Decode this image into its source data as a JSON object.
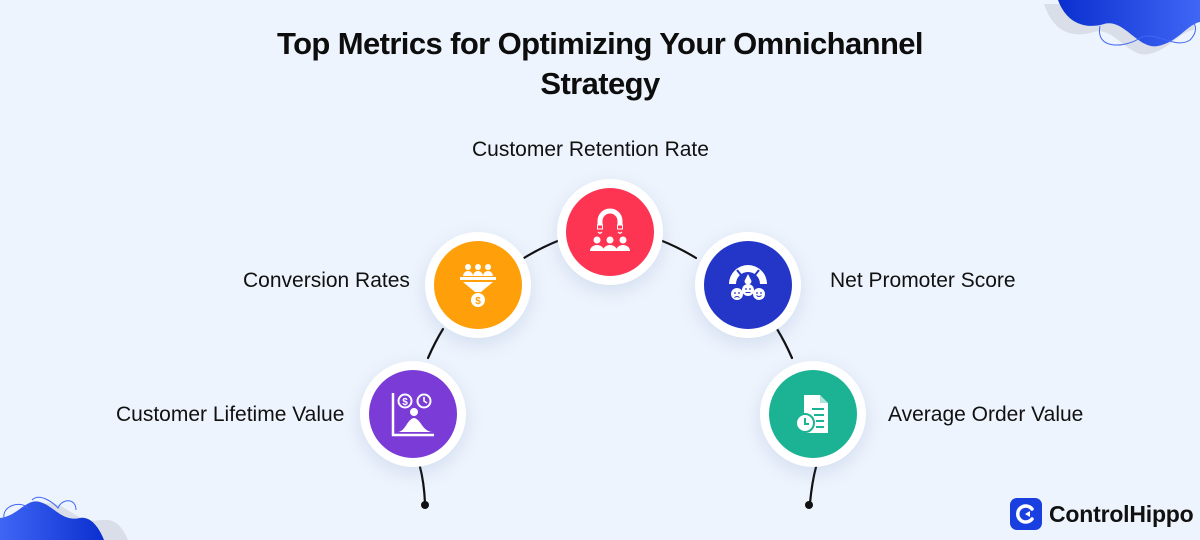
{
  "title": {
    "line1": "Top Metrics for Optimizing Your Omnichannel",
    "line2": "Strategy"
  },
  "metrics": [
    {
      "label": "Customer Retention Rate",
      "icon": "magnet-customers-icon",
      "color": "#fd3553"
    },
    {
      "label": "Conversion Rates",
      "icon": "funnel-icon",
      "color": "#ff9f0a"
    },
    {
      "label": "Net Promoter Score",
      "icon": "satisfaction-gauge-icon",
      "color": "#2336c8"
    },
    {
      "label": "Customer Lifetime Value",
      "icon": "lifetime-value-chart-icon",
      "color": "#7a3bd6"
    },
    {
      "label": "Average Order Value",
      "icon": "order-document-clock-icon",
      "color": "#1bb394"
    }
  ],
  "brand": {
    "name": "ControlHippo",
    "color": "#1a3fe0"
  },
  "decor": {
    "blob_color_start": "#3f66f5",
    "blob_color_end": "#0a2fcf",
    "background": "#eef4fd"
  }
}
